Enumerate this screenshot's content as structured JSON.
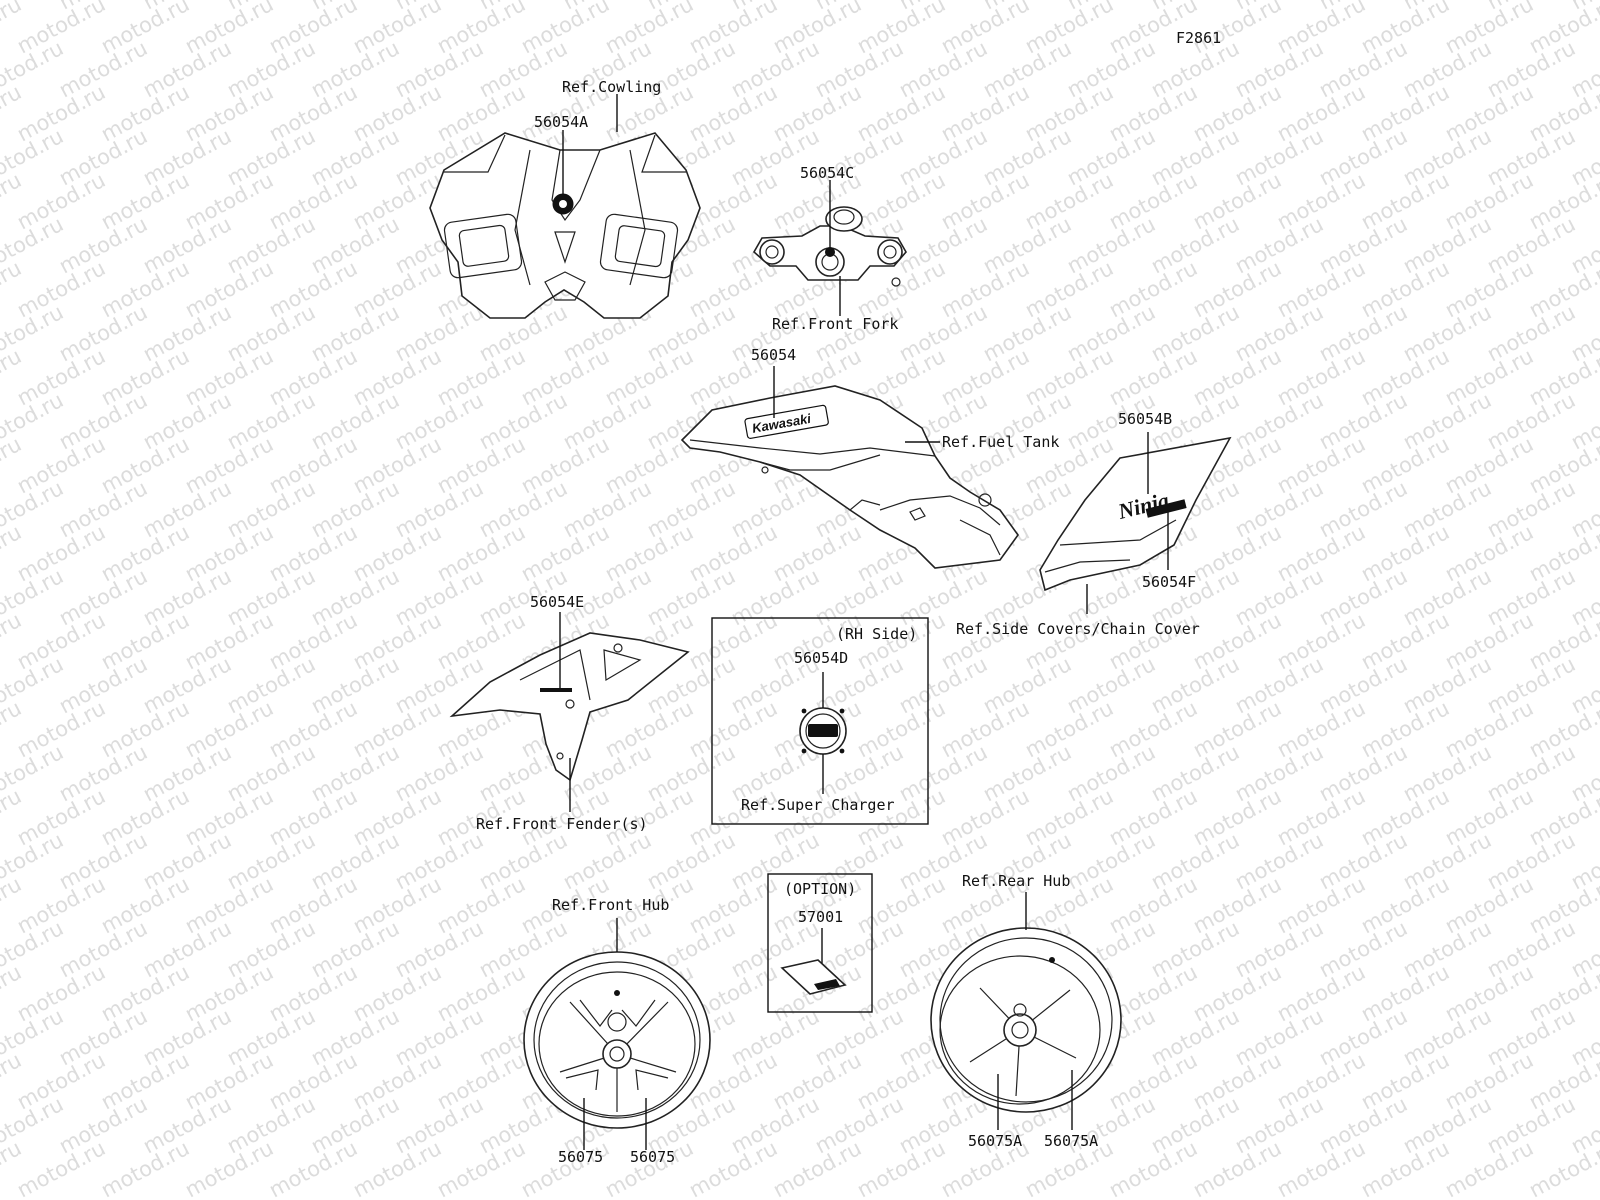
{
  "figure_code": "F2861",
  "watermark_text": "motod.ru",
  "labels": {
    "ref_cowling": "Ref.Cowling",
    "part_56054A": "56054A",
    "part_56054C": "56054C",
    "ref_front_fork": "Ref.Front Fork",
    "part_56054": "56054",
    "ref_fuel_tank": "Ref.Fuel Tank",
    "part_56054B": "56054B",
    "part_56054F": "56054F",
    "ref_side_covers": "Ref.Side Covers/Chain Cover",
    "part_56054E": "56054E",
    "ref_front_fender": "Ref.Front Fender(s)",
    "rh_side": "(RH Side)",
    "part_56054D": "56054D",
    "ref_super_charger": "Ref.Super Charger",
    "option": "(OPTION)",
    "part_57001": "57001",
    "ref_front_hub": "Ref.Front Hub",
    "part_56075_a": "56075",
    "part_56075_b": "56075",
    "ref_rear_hub": "Ref.Rear Hub",
    "part_56075A_a": "56075A",
    "part_56075A_b": "56075A"
  },
  "decal_text": {
    "tank_brand": "Kawasaki",
    "side_logo": "Ninja"
  }
}
